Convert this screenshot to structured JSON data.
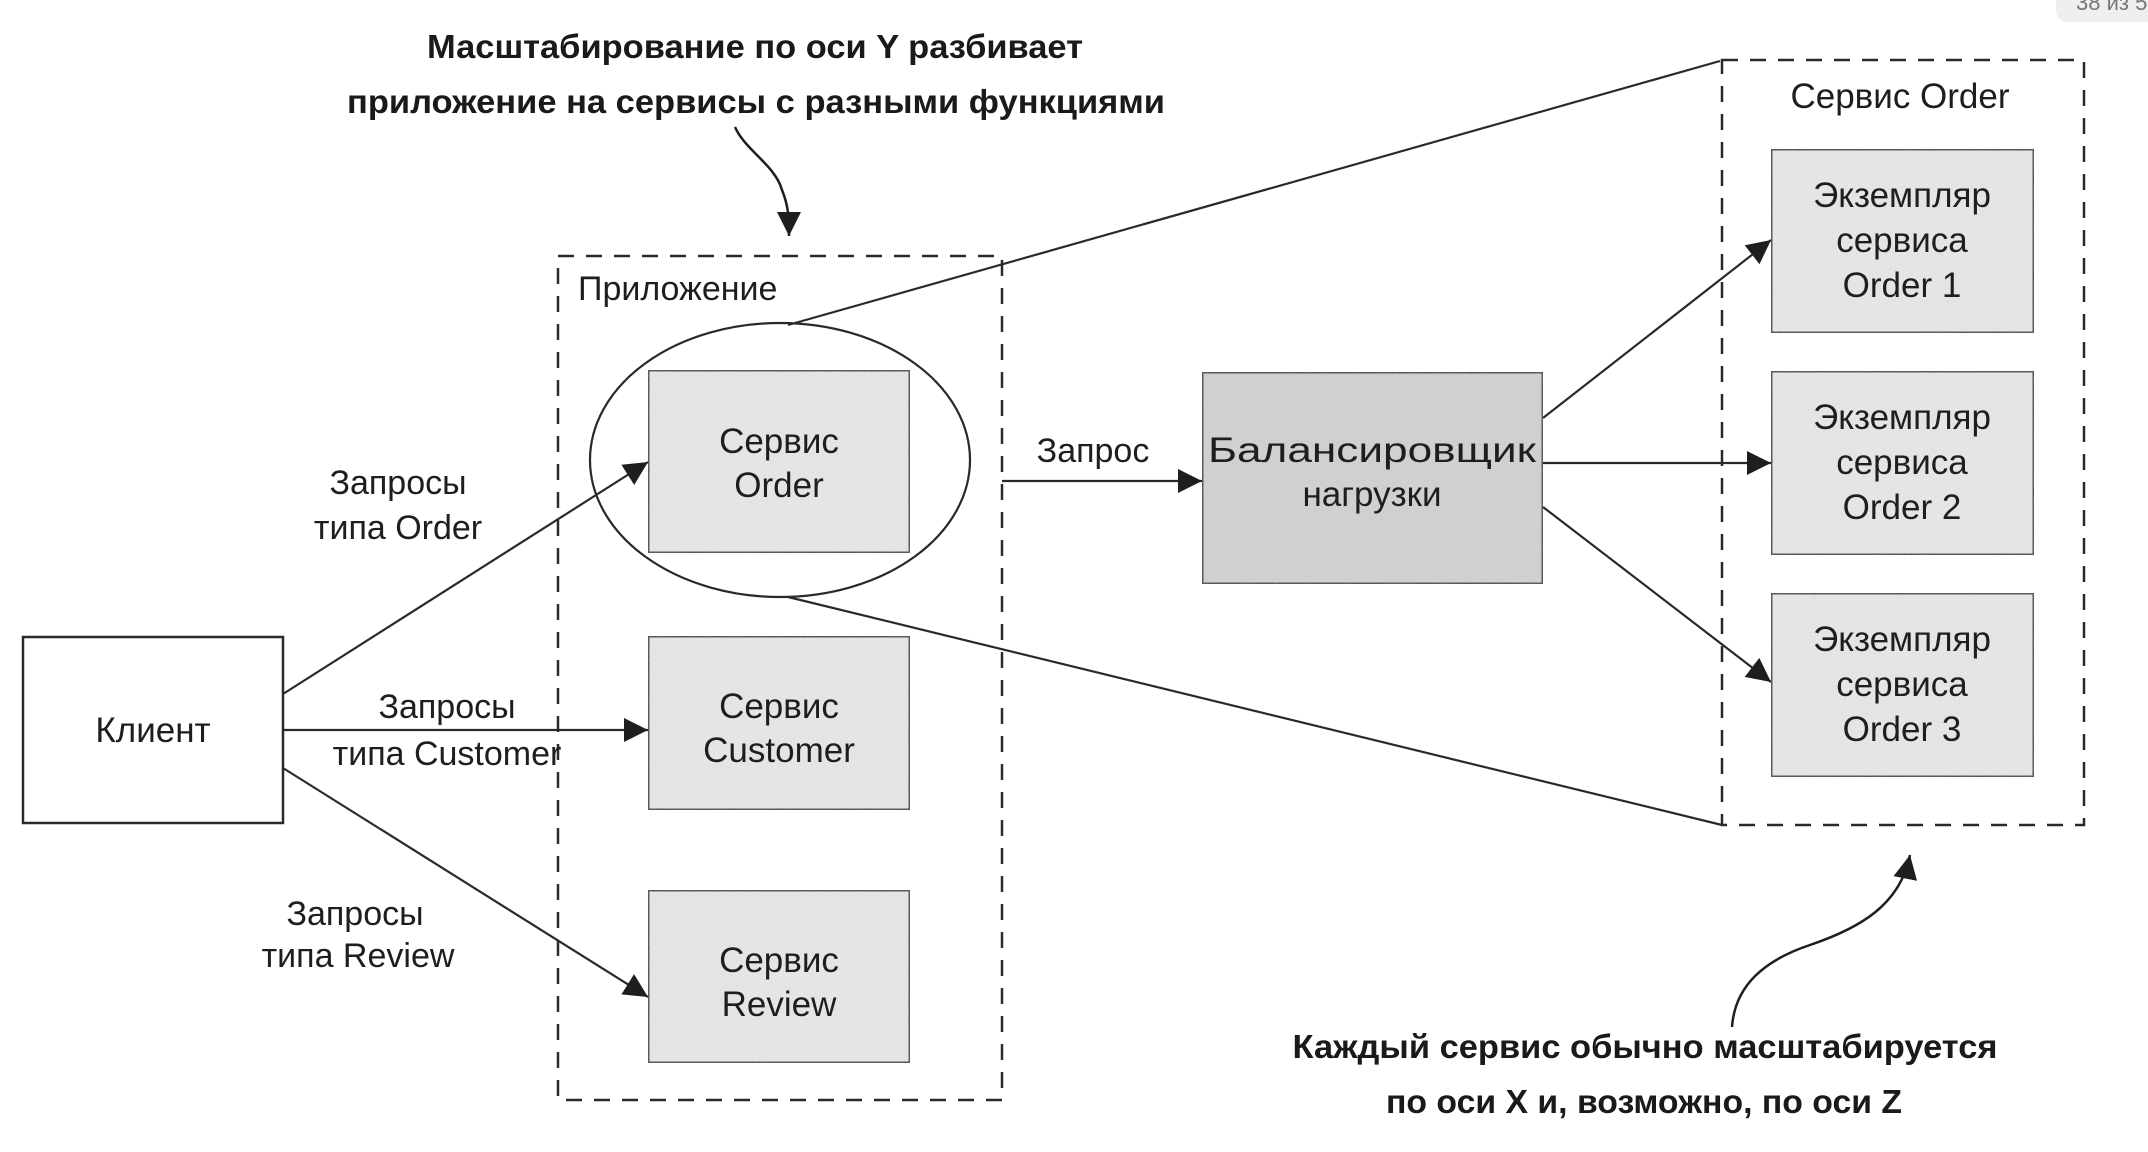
{
  "page_counter": "38 из 5",
  "annotations": {
    "top_line1": "Масштабирование по оси Y разбивает",
    "top_line2": "приложение на сервисы с разными функциями",
    "bottom_line1": "Каждый сервис обычно масштабируется",
    "bottom_line2": "по оси X и, возможно, по оси Z"
  },
  "client": {
    "label": "Клиент"
  },
  "requests": {
    "order_line1": "Запросы",
    "order_line2": "типа Order",
    "customer_line1": "Запросы",
    "customer_line2": "типа Customer",
    "review_line1": "Запросы",
    "review_line2": "типа Review",
    "lb_request": "Запрос"
  },
  "application": {
    "title": "Приложение",
    "services": [
      {
        "line1": "Сервис",
        "line2": "Order"
      },
      {
        "line1": "Сервис",
        "line2": "Customer"
      },
      {
        "line1": "Сервис",
        "line2": "Review"
      }
    ]
  },
  "load_balancer": {
    "line1": "Балансировщик",
    "line2": "нагрузки"
  },
  "order_service_group": {
    "title": "Сервис Order",
    "instances": [
      {
        "line1": "Экземпляр",
        "line2": "сервиса",
        "line3": "Order 1"
      },
      {
        "line1": "Экземпляр",
        "line2": "сервиса",
        "line3": "Order 2"
      },
      {
        "line1": "Экземпляр",
        "line2": "сервиса",
        "line3": "Order 3"
      }
    ]
  },
  "colors": {
    "stroke": "#2a2a2a",
    "service_fill": "#ececec",
    "load_balancer_fill": "#d4d4d4",
    "text": "#1e1e1e"
  }
}
